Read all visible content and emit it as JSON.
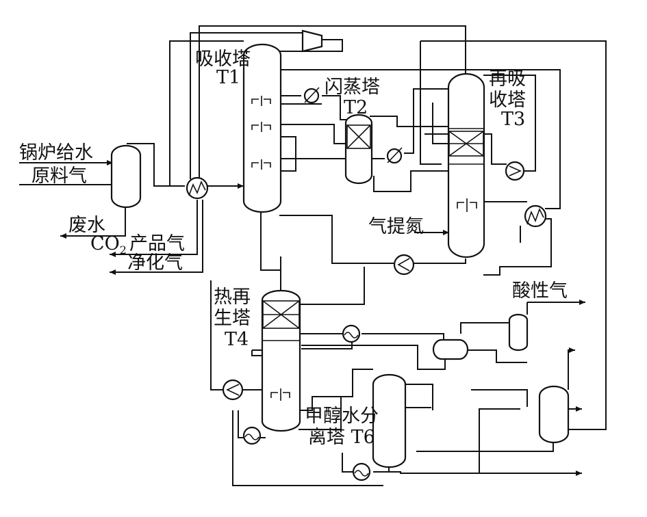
{
  "labels": {
    "boiler_feed_water": "锅炉给水",
    "feed_gas": "原料气",
    "waste_water": "废水",
    "co2_prefix": "CO",
    "co2_sub": "2",
    "co2_suffix": "产品气",
    "purified_gas": "净化气",
    "absorber_name": "吸收塔",
    "absorber_tag": "T1",
    "flash_name": "闪蒸塔",
    "flash_tag": "T2",
    "reabsorber_line1": "再吸",
    "reabsorber_line2": "收塔",
    "reabsorber_tag": "T3",
    "stripping_nitrogen": "气提氮",
    "hot_regen_line1": "热再",
    "hot_regen_line2": "生塔",
    "hot_regen_tag": "T4",
    "acid_gas": "酸性气",
    "methanol_line1": "甲醇水分",
    "methanol_line2": "离塔 T6"
  }
}
